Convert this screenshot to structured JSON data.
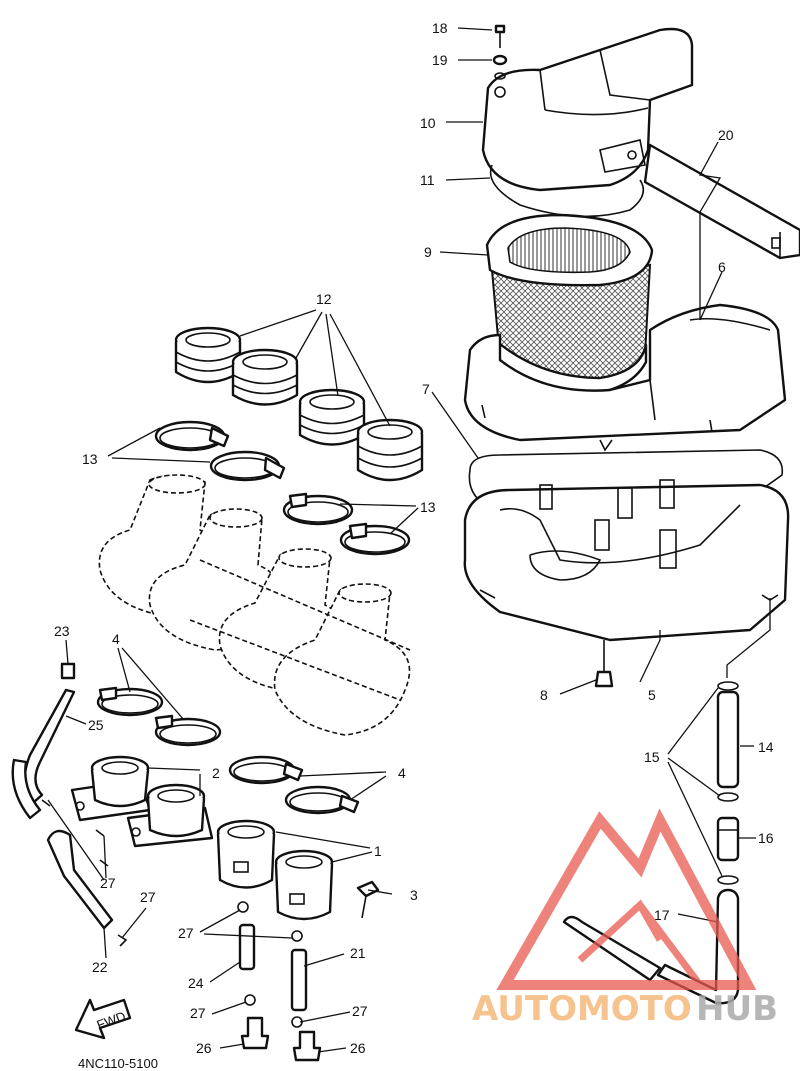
{
  "diagram_code": "4NC110-5100",
  "direction_label": "FWD",
  "callouts": {
    "c1": "1",
    "c2": "2",
    "c3": "3",
    "c4a": "4",
    "c4b": "4",
    "c5": "5",
    "c6": "6",
    "c7": "7",
    "c8": "8",
    "c9": "9",
    "c10": "10",
    "c11": "11",
    "c12": "12",
    "c13a": "13",
    "c13b": "13",
    "c14": "14",
    "c15": "15",
    "c16": "16",
    "c17": "17",
    "c18": "18",
    "c19": "19",
    "c20": "20",
    "c21": "21",
    "c22": "22",
    "c23": "23",
    "c24": "24",
    "c25": "25",
    "c26a": "26",
    "c26b": "26",
    "c27a": "27",
    "c27b": "27",
    "c27c": "27",
    "c27d": "27",
    "c27e": "27"
  },
  "watermark": {
    "part1": "AUTOMOTO",
    "part2": "HUB",
    "color1": "#f5b87a",
    "color2": "#aaaaaa",
    "logo_color": "#e85a50"
  }
}
